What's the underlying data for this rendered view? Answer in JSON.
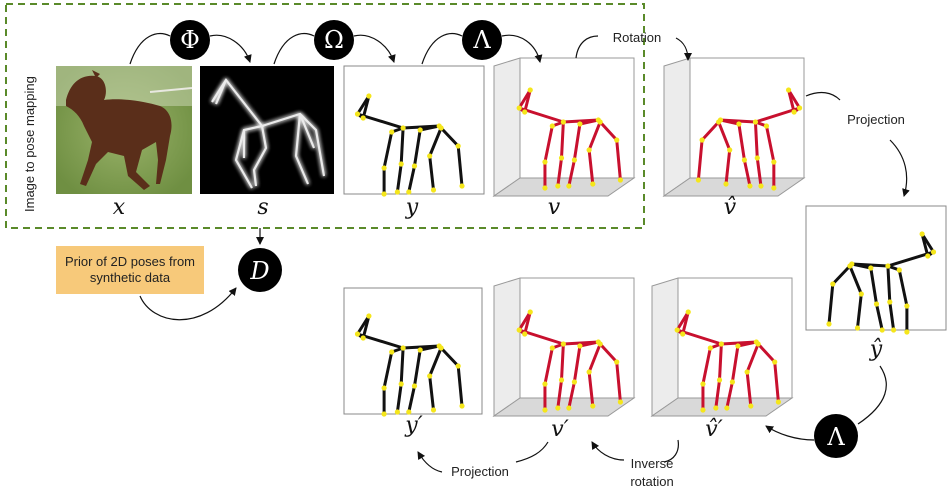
{
  "section_label": "Image to pose mapping",
  "operators": {
    "phi": "Φ",
    "omega": "Ω",
    "lambda": "Λ",
    "discriminator": "D"
  },
  "symbols": {
    "x": "x",
    "s": "s",
    "y": "y",
    "v": "v",
    "v_hat": "v̂",
    "y_hat": "ŷ",
    "v_hat_prime": "v̂′",
    "v_prime": "v′",
    "y_prime": "y′"
  },
  "edge_labels": {
    "rotation": "Rotation",
    "projection_1": "Projection",
    "inverse_rotation_line1": "Inverse",
    "inverse_rotation_line2": "rotation",
    "projection_2": "Projection"
  },
  "prior_box": {
    "line1": "Prior of 2D poses from",
    "line2": "synthetic data"
  },
  "colors": {
    "dashed_border": "#5a8a2a",
    "prior_fill": "#f7c97a",
    "pose_2d": "#111111",
    "pose_3d": "#c8102e",
    "joint": "#f5e61b",
    "circle_fill": "#000000",
    "floor": "#d9d9d9"
  }
}
